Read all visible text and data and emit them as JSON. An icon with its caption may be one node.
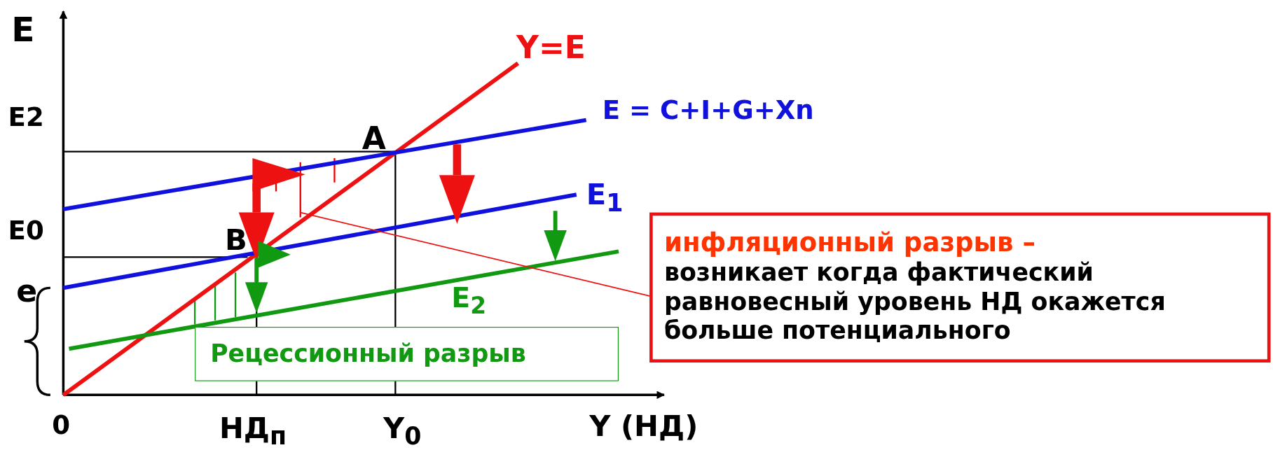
{
  "diagram": {
    "nodes": [
      {
        "text": [
          "инфляционный разрыв –",
          "возникает когда фактический равновесный уровень НД окажется больше потенциального"
        ]
      },
      {
        "text": [
          "Рецессионный разрыв"
        ]
      },
      {
        "text": [],
        "shape": "triangle"
      }
    ],
    "edges": [
      {
        "from": 0,
        "to": 2,
        "arrow": "none"
      }
    ],
    "labels": [
      "E",
      "Y=E",
      "E2",
      "E = C+I+G+Xn",
      "A",
      "E$_{1}$",
      "E0",
      "B",
      "e",
      "E$_{2}$",
      "0",
      "НД$_{п}$",
      "Y$_{0}$",
      "Y (НД)"
    ]
  }
}
